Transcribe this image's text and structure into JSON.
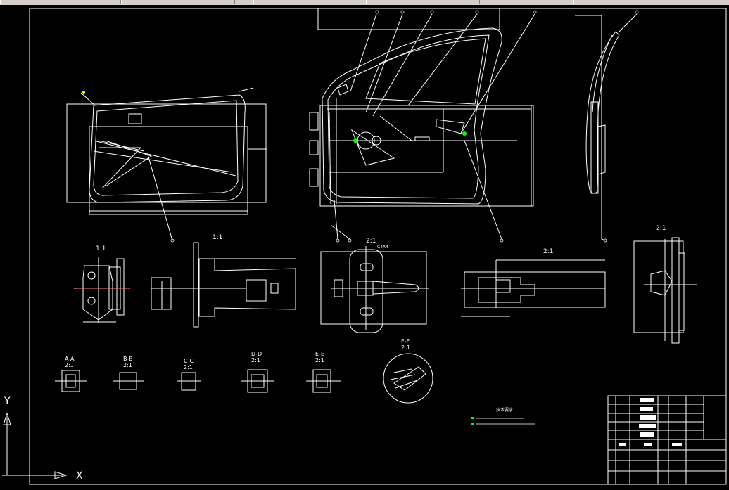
{
  "window": {
    "title": "",
    "tabs": [
      "",
      "",
      "",
      "",
      ""
    ]
  },
  "colors": {
    "background": "#000000",
    "line": "#ffffff",
    "accent_green": "#00ff00",
    "accent_red": "#ff0000",
    "accent_yellow": "#ffff00",
    "toolbar": "#d4d0c8"
  },
  "drawing": {
    "scale_labels": {
      "s1": "1:1",
      "s2": "1:1",
      "s3": "2:1",
      "s4": "2:1",
      "s5": "2:1"
    },
    "callout": "C4X4",
    "sections": [
      {
        "name": "A-A",
        "scale": "2:1"
      },
      {
        "name": "B-B",
        "scale": "2:1"
      },
      {
        "name": "C-C",
        "scale": "2:1"
      },
      {
        "name": "D-D",
        "scale": "2:1"
      },
      {
        "name": "E-E",
        "scale": "2:1"
      },
      {
        "name": "F-F",
        "scale": "2:1"
      }
    ],
    "notes_title": "技术要求"
  },
  "ucs": {
    "x_label": "X",
    "y_label": "Y"
  }
}
